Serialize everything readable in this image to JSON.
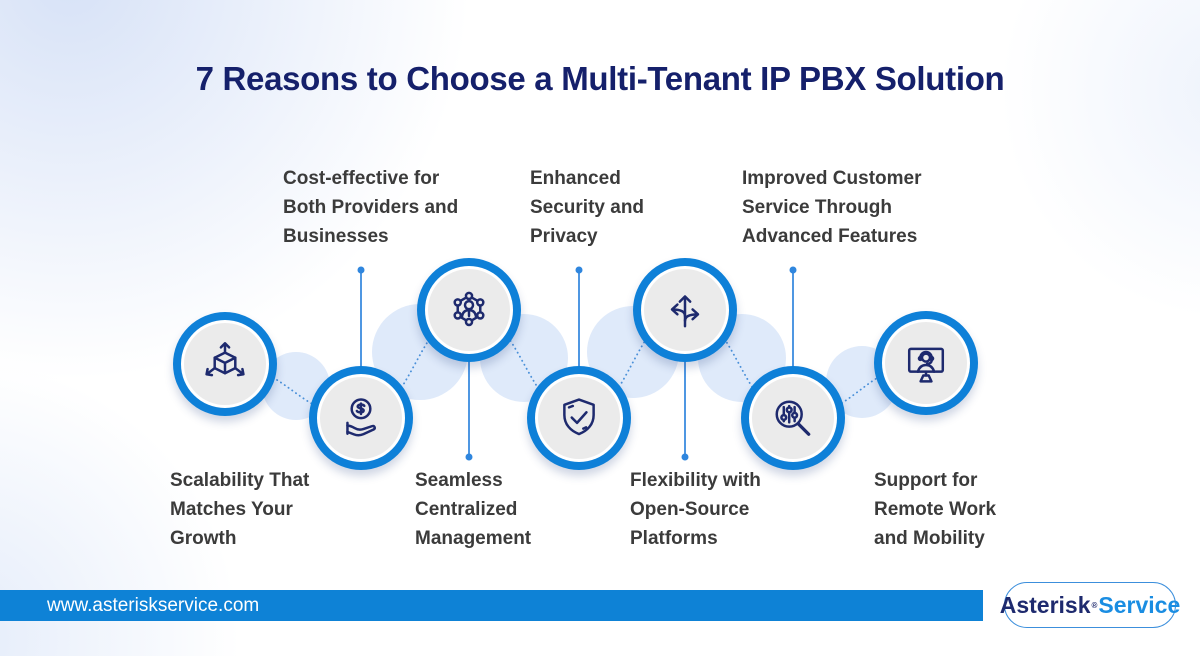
{
  "title": "7 Reasons to Choose a Multi-Tenant IP PBX Solution",
  "items": [
    {
      "label": "Scalability That Matches Your Growth",
      "lines": [
        "Scalability That",
        "Matches Your",
        "Growth"
      ],
      "icon": "cube-arrows-icon",
      "label_position": "bottom"
    },
    {
      "label": "Cost-effective for Both Providers and Businesses",
      "lines": [
        "Cost-effective for",
        "Both Providers and",
        "Businesses"
      ],
      "icon": "hand-dollar-icon",
      "label_position": "top"
    },
    {
      "label": "Seamless Centralized Management",
      "lines": [
        "Seamless",
        "Centralized",
        "Management"
      ],
      "icon": "network-user-icon",
      "label_position": "bottom"
    },
    {
      "label": "Enhanced Security and Privacy",
      "lines": [
        "Enhanced",
        "Security and",
        "Privacy"
      ],
      "icon": "shield-check-icon",
      "label_position": "top"
    },
    {
      "label": "Flexibility with Open-Source Platforms",
      "lines": [
        "Flexibility with",
        "Open-Source",
        "Platforms"
      ],
      "icon": "three-way-arrows-icon",
      "label_position": "bottom"
    },
    {
      "label": "Improved Customer Service Through Advanced Features",
      "lines": [
        "Improved Customer",
        "Service Through",
        "Advanced Features"
      ],
      "icon": "magnifier-sliders-icon",
      "label_position": "top"
    },
    {
      "label": "Support for Remote Work and Mobility",
      "lines": [
        "Support for",
        "Remote Work",
        "and Mobility"
      ],
      "icon": "support-agent-icon",
      "label_position": "bottom"
    }
  ],
  "footer": {
    "url": "www.asteriskservice.com",
    "logo": {
      "part1": "Asterisk",
      "reg": "®",
      "part2": "Service"
    }
  },
  "colors": {
    "title_navy": "#15206b",
    "icon_navy": "#1e2a6e",
    "ring_blue": "#0e80d8",
    "inner_gray": "#ebebeb",
    "label_gray": "#3b3b3b",
    "connector_blue": "#2f86de",
    "footer_bar_blue": "#0e82d6",
    "logo_blue": "#1a8de2",
    "blob_light_blue": "#dfeafa"
  }
}
